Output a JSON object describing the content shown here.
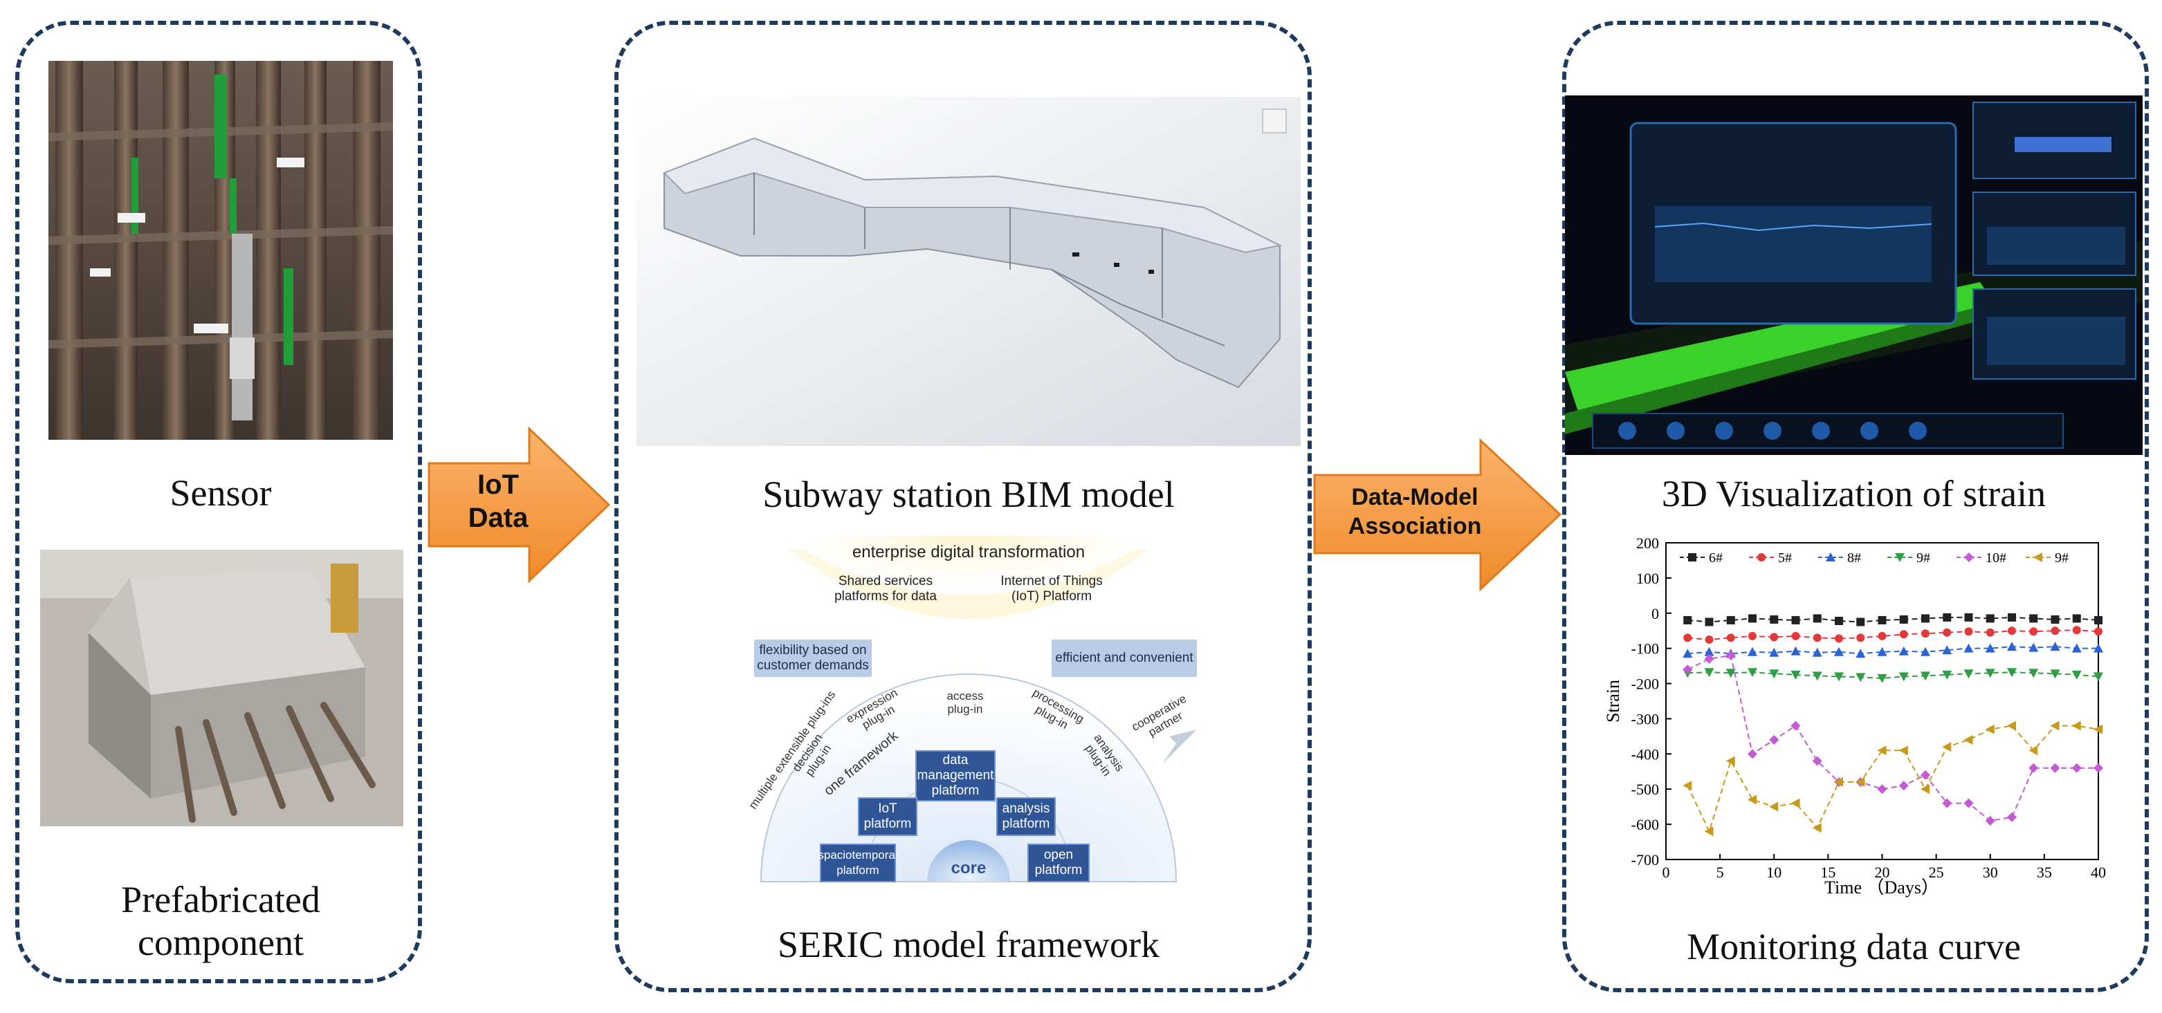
{
  "left_panel": {
    "sensor_caption": "Sensor",
    "component_caption": "Prefabricated\ncomponent"
  },
  "arrows": {
    "iot": "IoT\nData",
    "association": "Data-Model\nAssociation"
  },
  "middle_panel": {
    "bim_caption": "Subway station BIM model",
    "seric_caption": "SERIC model framework",
    "framework": {
      "top_title": "enterprise digital transformation",
      "shared": "Shared services\nplatforms for data",
      "iot_platform": "Internet of Things\n(IoT) Platform",
      "flexibility": "flexibility based on\ncustomer demands",
      "efficient": "efficient and convenient",
      "cooperative": "cooperative\npartner",
      "multiple": "multiple extensible plug-ins",
      "one_framework": "one framework",
      "plugins": [
        "decision\nplug-in",
        "expression\nplug-in",
        "access\nplug-in",
        "processing\nplug-in",
        "analysis\nplug-in"
      ],
      "platforms": {
        "data_mgmt": "data\nmanagement\nplatform",
        "iot": "IoT\nplatform",
        "analysis": "analysis\nplatform",
        "spatiotemporal": "spaciotemporal\nplatform",
        "open": "open\nplatform",
        "core": "core"
      }
    }
  },
  "right_panel": {
    "viz_caption": "3D Visualization of strain",
    "curve_caption": "Monitoring data curve"
  },
  "chart_data": {
    "type": "line",
    "xlabel": "Time （Days）",
    "ylabel": "Strain",
    "xlim": [
      0,
      40
    ],
    "ylim": [
      -700,
      200
    ],
    "xticks": [
      0,
      5,
      10,
      15,
      20,
      25,
      30,
      35,
      40
    ],
    "yticks": [
      200,
      100,
      0,
      -100,
      -200,
      -300,
      -400,
      -500,
      -600,
      -700
    ],
    "legend_position": "top",
    "series": [
      {
        "name": "6#",
        "color": "#222222",
        "marker": "square",
        "x": [
          2,
          4,
          6,
          8,
          10,
          12,
          14,
          16,
          18,
          20,
          22,
          24,
          26,
          28,
          30,
          32,
          34,
          36,
          38,
          40
        ],
        "y": [
          -20,
          -25,
          -20,
          -15,
          -18,
          -20,
          -15,
          -22,
          -25,
          -20,
          -18,
          -15,
          -12,
          -12,
          -15,
          -12,
          -15,
          -18,
          -15,
          -20
        ]
      },
      {
        "name": "5#",
        "color": "#e23a3a",
        "marker": "circle",
        "x": [
          2,
          4,
          6,
          8,
          10,
          12,
          14,
          16,
          18,
          20,
          22,
          24,
          26,
          28,
          30,
          32,
          34,
          36,
          38,
          40
        ],
        "y": [
          -70,
          -75,
          -70,
          -65,
          -68,
          -65,
          -70,
          -72,
          -70,
          -65,
          -60,
          -58,
          -55,
          -52,
          -55,
          -50,
          -52,
          -50,
          -48,
          -52
        ]
      },
      {
        "name": "8#",
        "color": "#2b62d6",
        "marker": "triangle-up",
        "x": [
          2,
          4,
          6,
          8,
          10,
          12,
          14,
          16,
          18,
          20,
          22,
          24,
          26,
          28,
          30,
          32,
          34,
          36,
          38,
          40
        ],
        "y": [
          -115,
          -110,
          -115,
          -110,
          -112,
          -108,
          -112,
          -110,
          -115,
          -110,
          -108,
          -110,
          -105,
          -100,
          -100,
          -95,
          -98,
          -95,
          -100,
          -100
        ]
      },
      {
        "name": "9#",
        "color": "#2f9e44",
        "marker": "triangle-down",
        "x": [
          2,
          4,
          6,
          8,
          10,
          12,
          14,
          16,
          18,
          20,
          22,
          24,
          26,
          28,
          30,
          32,
          34,
          36,
          38,
          40
        ],
        "y": [
          -170,
          -168,
          -170,
          -168,
          -172,
          -175,
          -178,
          -180,
          -182,
          -185,
          -180,
          -178,
          -175,
          -172,
          -170,
          -168,
          -170,
          -172,
          -175,
          -180
        ]
      },
      {
        "name": "10#",
        "color": "#c45ad6",
        "marker": "diamond",
        "x": [
          2,
          4,
          6,
          8,
          10,
          12,
          14,
          16,
          18,
          20,
          22,
          24,
          26,
          28,
          30,
          32,
          34,
          36,
          38,
          40
        ],
        "y": [
          -160,
          -130,
          -120,
          -400,
          -360,
          -320,
          -420,
          -480,
          -480,
          -500,
          -490,
          -460,
          -540,
          -540,
          -590,
          -580,
          -440,
          -440,
          -440,
          -440
        ]
      },
      {
        "name": "9#",
        "color": "#c79a1b",
        "marker": "triangle-left",
        "x": [
          2,
          4,
          6,
          8,
          10,
          12,
          14,
          16,
          18,
          20,
          22,
          24,
          26,
          28,
          30,
          32,
          34,
          36,
          38,
          40
        ],
        "y": [
          -490,
          -620,
          -420,
          -530,
          -550,
          -540,
          -610,
          -480,
          -480,
          -390,
          -390,
          -500,
          -380,
          -360,
          -330,
          -320,
          -390,
          -320,
          -320,
          -330
        ]
      }
    ]
  }
}
